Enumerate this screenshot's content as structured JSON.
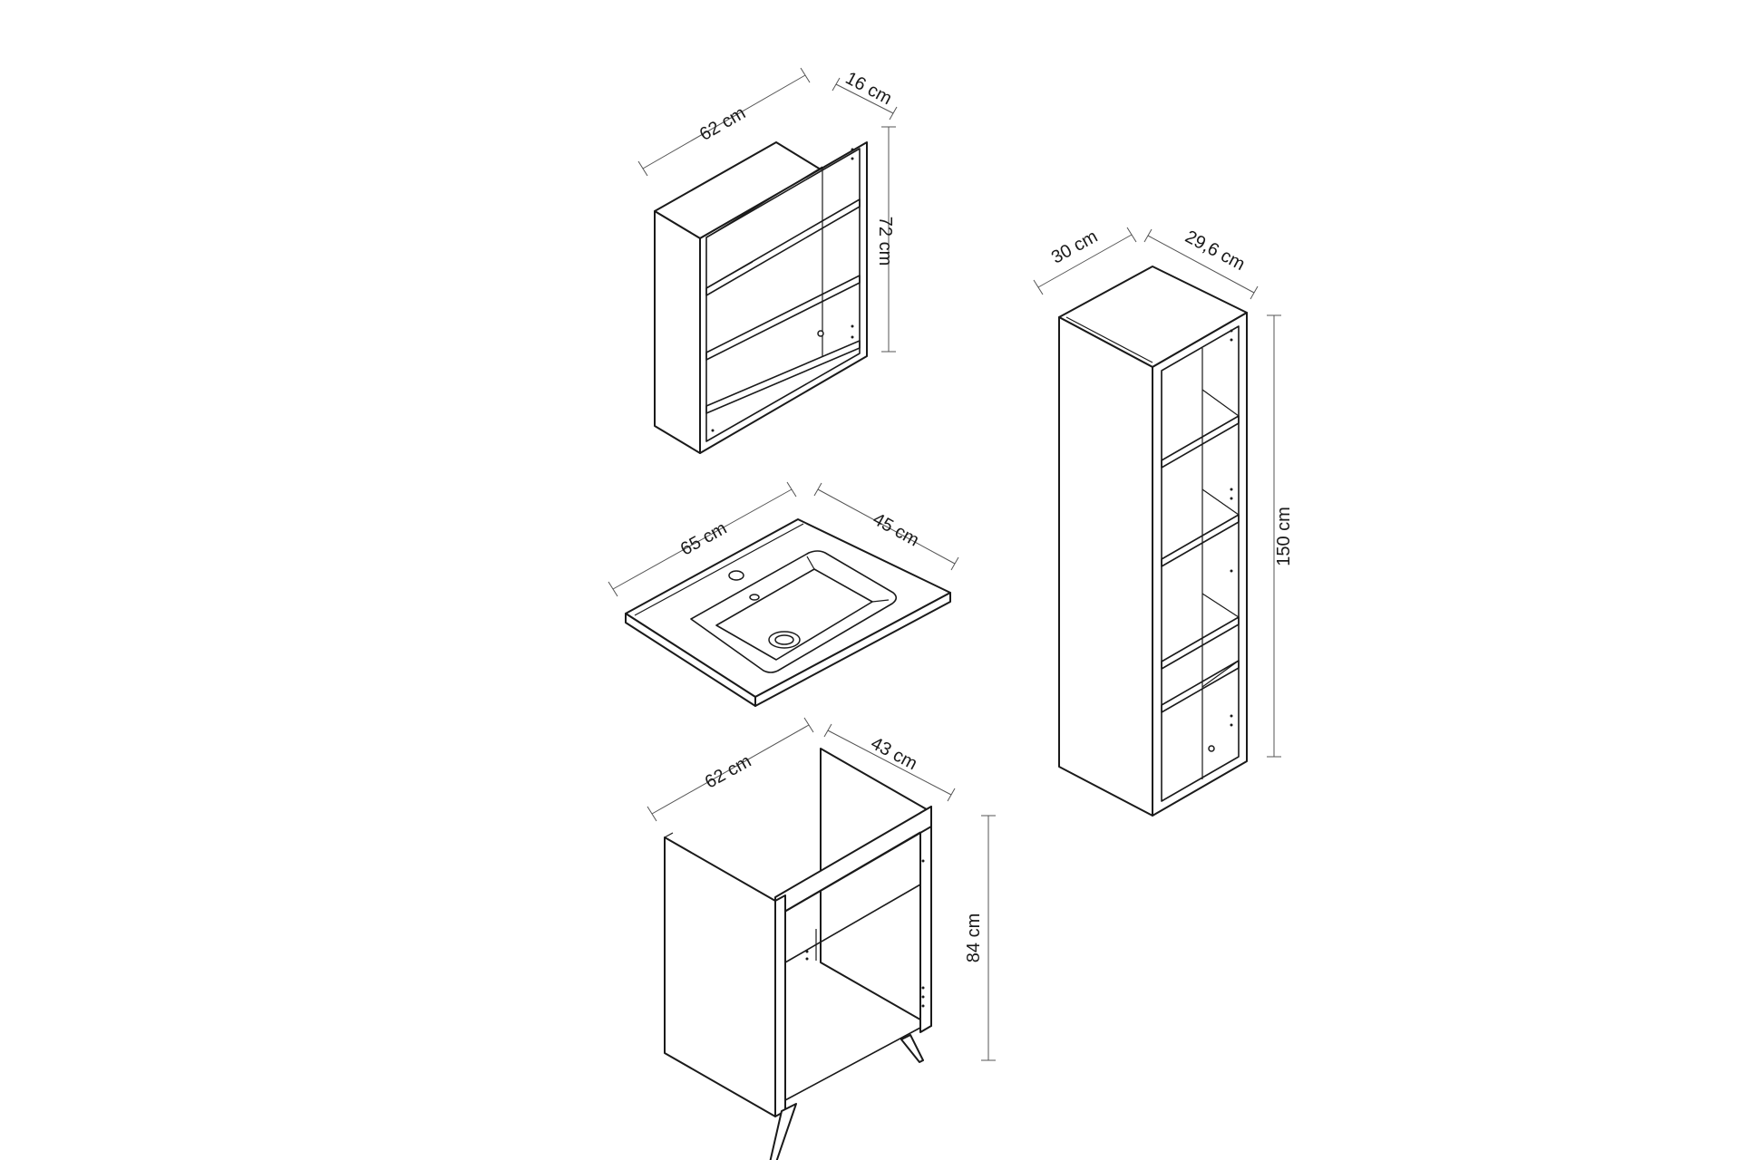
{
  "dimensions": {
    "mirror_cabinet": {
      "width": "62 cm",
      "depth": "16 cm",
      "height": "72 cm"
    },
    "sink": {
      "width": "65 cm",
      "depth": "45 cm"
    },
    "base_cabinet": {
      "width": "62 cm",
      "depth": "43 cm",
      "height": "84 cm"
    },
    "tall_cabinet": {
      "width": "30 cm",
      "depth": "29,6 cm",
      "height": "150 cm"
    }
  },
  "colors": {
    "line": "#1a1a1a",
    "dimension_line": "#555555",
    "background": "#ffffff"
  }
}
